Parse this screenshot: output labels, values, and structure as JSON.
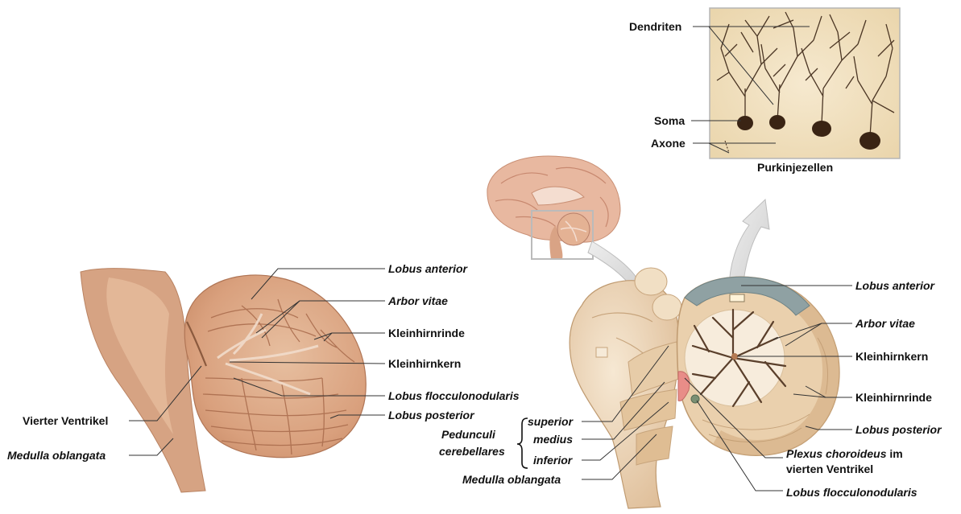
{
  "inset": {
    "title": "Purkinjezellen",
    "dendrites": "Dendriten",
    "soma": "Soma",
    "axons": "Axone"
  },
  "left": {
    "lobus_anterior": "Lobus anterior",
    "arbor_vitae": "Arbor vitae",
    "kleinhirnrinde": "Kleinhirnrinde",
    "kleinhirnkern": "Kleinhirnkern",
    "lobus_flocculonodularis": "Lobus flocculonodularis",
    "lobus_posterior": "Lobus posterior",
    "vierter_ventrikel": "Vierter Ventrikel",
    "medulla_oblangata": "Medulla oblangata"
  },
  "right": {
    "lobus_anterior": "Lobus anterior",
    "arbor_vitae": "Arbor vitae",
    "kleinhirnkern": "Kleinhirnkern",
    "kleinhirnrinde": "Kleinhirnrinde",
    "lobus_posterior": "Lobus posterior",
    "plexus_italic": "Plexus choroideus",
    "plexus_rest": " im",
    "plexus_line2": "vierten Ventrikel",
    "lobus_flocculonodularis": "Lobus flocculonodularis",
    "pedunculi_1": "Pedunculi",
    "pedunculi_2": "cerebellares",
    "superior": "superior",
    "medius": "medius",
    "inferior": "inferior",
    "medulla_oblangata": "Medulla oblangata"
  },
  "colors": {
    "tissue_light": "#e9c3a3",
    "tissue_mid": "#d9a27e",
    "tissue_dark": "#b9805f",
    "illustration_base": "#f1dfc4",
    "illustration_shade": "#d8b58c",
    "cortex_blue": "#8ea1a3",
    "neuron": "#3a2414",
    "inset_bg": "#f2e3c4",
    "arrow_gray": "#d9d9d9",
    "line": "#333333"
  }
}
